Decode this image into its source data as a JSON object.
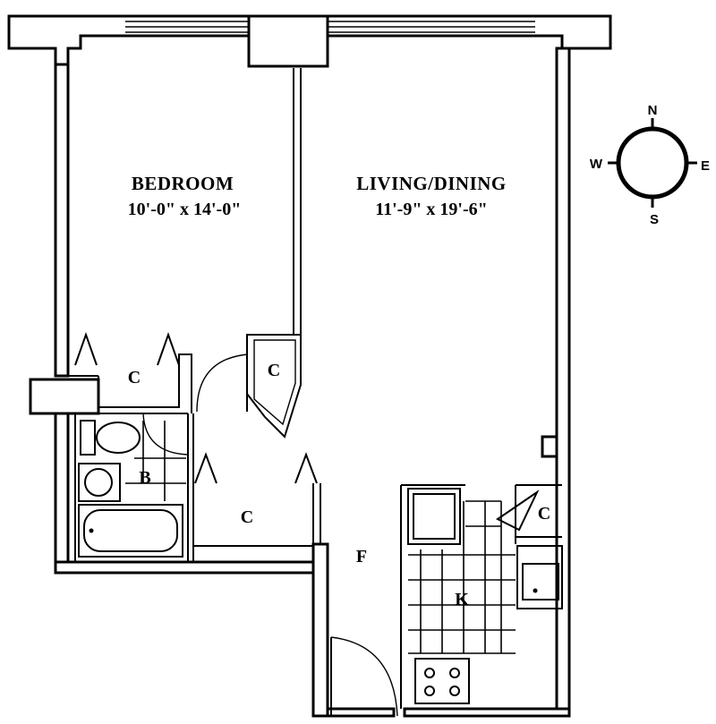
{
  "rooms": {
    "bedroom": {
      "name": "BEDROOM",
      "dimensions": "10'-0\" x 14'-0\""
    },
    "living_dining": {
      "name": "LIVING/DINING",
      "dimensions": "11'-9\" x 19'-6\""
    }
  },
  "labels": {
    "closet_bedroom": "C",
    "closet_hall": "C",
    "closet_entry": "C",
    "closet_kitchen": "C",
    "bath": "B",
    "foyer": "F",
    "kitchen": "K"
  },
  "compass": {
    "north": "N",
    "south": "S",
    "east": "E",
    "west": "W"
  }
}
